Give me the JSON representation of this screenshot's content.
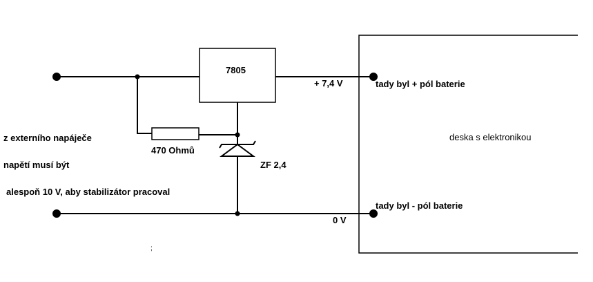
{
  "diagram": {
    "regulator_label": "7805",
    "resistor_label": "470 Ohmů",
    "zener_label": "ZF 2,4",
    "output_voltage_label": "+ 7,4 V",
    "ground_voltage_label": "0 V",
    "board_label": "deska s elektronikou",
    "positive_terminal_label": "tady byl + pól baterie",
    "negative_terminal_label": "tady byl - pól baterie",
    "note_line_1": "z externího napáječe",
    "note_line_2": "napětí musí být",
    "note_line_3": "alespoň 10 V, aby stabilizátor pracoval",
    "stray_mark": ";"
  }
}
